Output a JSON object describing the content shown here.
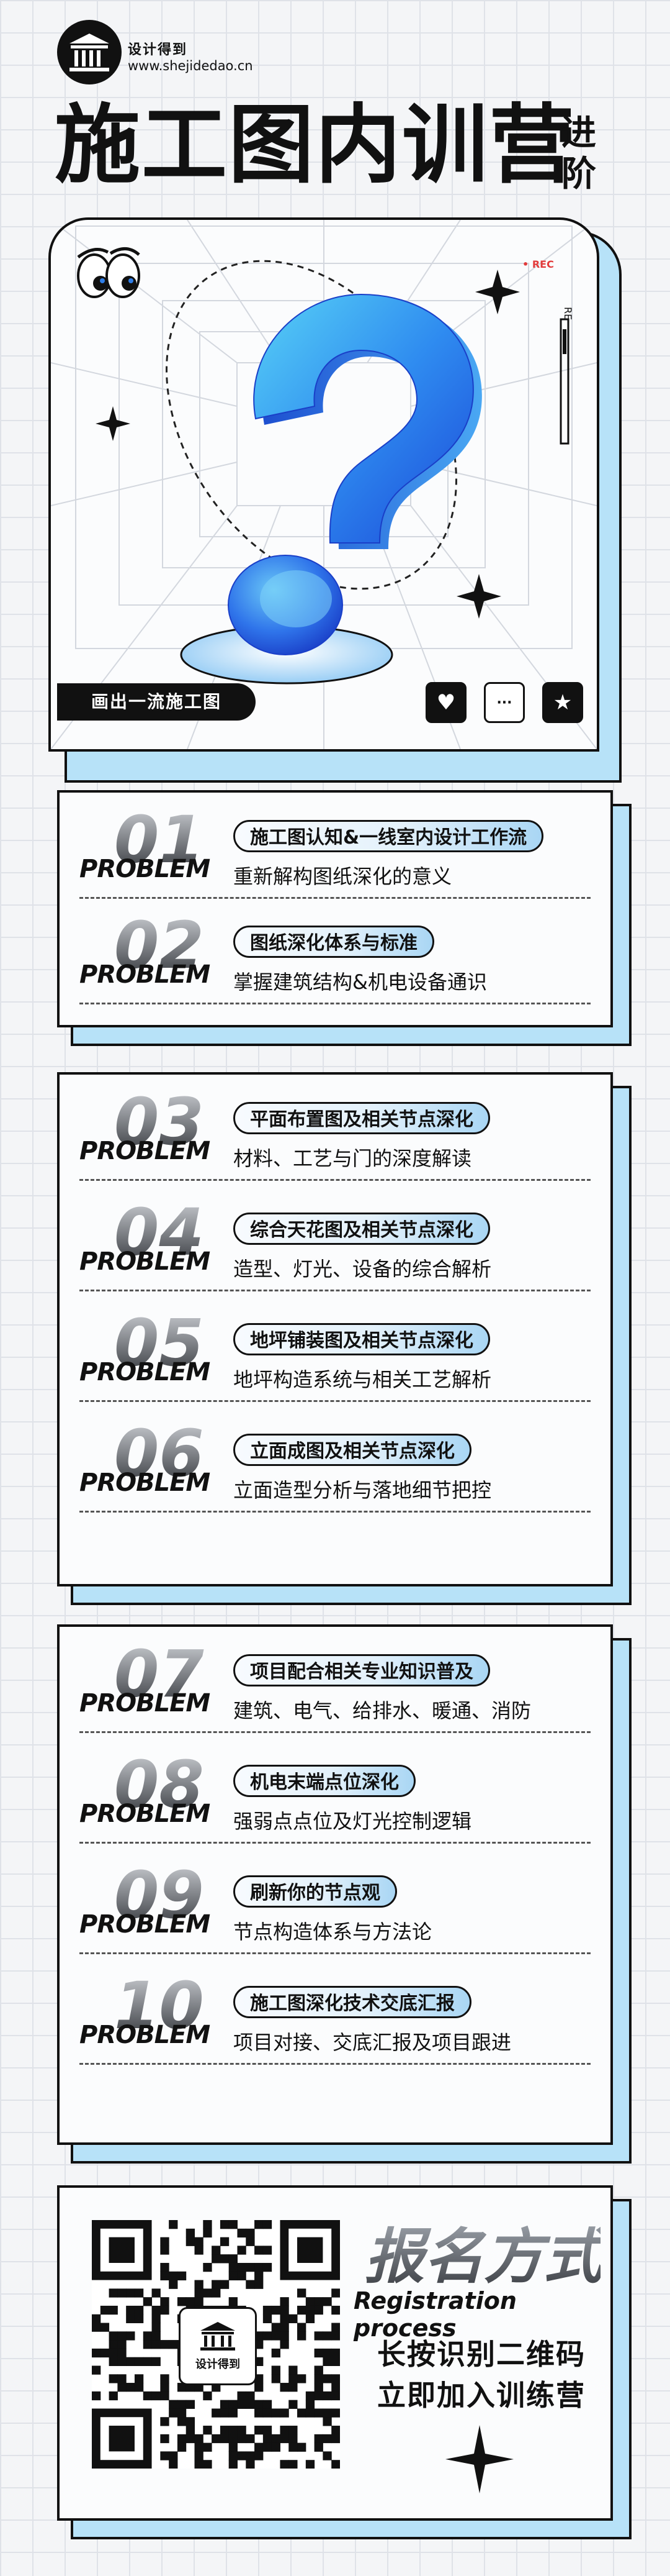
{
  "header": {
    "brand_name": "设计得到",
    "brand_url": "www.shejidedao.cn",
    "title": "施工图内训营",
    "title_suffix_1": "进",
    "title_suffix_2": "阶"
  },
  "hero": {
    "rec_label": "REC",
    "caption": "画出一流施工图",
    "icons": [
      "heart-icon",
      "chat-icon",
      "star-icon"
    ]
  },
  "modules": [
    {
      "items": [
        {
          "num": "01",
          "problem": "PROBLEM",
          "title": "施工图认知&一线室内设计工作流",
          "desc": "重新解构图纸深化的意义"
        },
        {
          "num": "02",
          "problem": "PROBLEM",
          "title": "图纸深化体系与标准",
          "desc": "掌握建筑结构&机电设备通识"
        }
      ]
    },
    {
      "items": [
        {
          "num": "03",
          "problem": "PROBLEM",
          "title": "平面布置图及相关节点深化",
          "desc": "材料、工艺与门的深度解读"
        },
        {
          "num": "04",
          "problem": "PROBLEM",
          "title": "综合天花图及相关节点深化",
          "desc": "造型、灯光、设备的综合解析"
        },
        {
          "num": "05",
          "problem": "PROBLEM",
          "title": "地坪铺装图及相关节点深化",
          "desc": "地坪构造系统与相关工艺解析"
        },
        {
          "num": "06",
          "problem": "PROBLEM",
          "title": "立面成图及相关节点深化",
          "desc": "立面造型分析与落地细节把控"
        }
      ]
    },
    {
      "items": [
        {
          "num": "07",
          "problem": "PROBLEM",
          "title": "项目配合相关专业知识普及",
          "desc": "建筑、电气、给排水、暖通、消防"
        },
        {
          "num": "08",
          "problem": "PROBLEM",
          "title": "机电末端点位深化",
          "desc": "强弱点点位及灯光控制逻辑"
        },
        {
          "num": "09",
          "problem": "PROBLEM",
          "title": "刷新你的节点观",
          "desc": "节点构造体系与方法论"
        },
        {
          "num": "10",
          "problem": "PROBLEM",
          "title": "施工图深化技术交底汇报",
          "desc": "项目对接、交底汇报及项目跟进"
        }
      ]
    }
  ],
  "registration": {
    "title": "报名方式",
    "subtitle": "Registration process",
    "line1": "长按识别二维码",
    "line2": "立即加入训练营",
    "qr_center_label": "设计得到"
  },
  "colors": {
    "accent_blue": "#2f7ee8",
    "light_blue": "#b7e2f8",
    "ink": "#111111",
    "rec_red": "#e23b3b"
  }
}
